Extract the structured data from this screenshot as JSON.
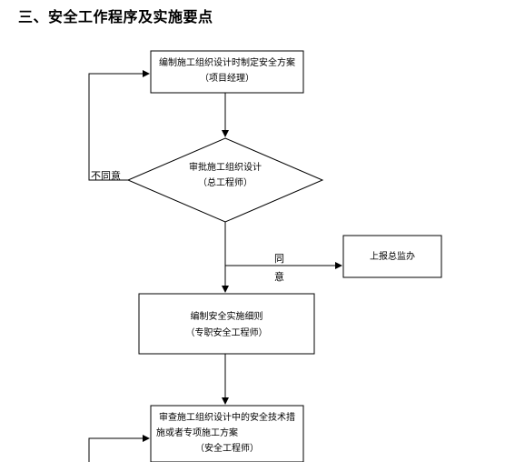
{
  "title": "三、安全工作程序及实施要点",
  "nodes": {
    "n1": {
      "line1": "编制施工组织设计时制定安全方案",
      "line2": "（项目经理）"
    },
    "d1": {
      "line1": "审批施工组织设计",
      "line2": "（总工程师）"
    },
    "side": {
      "line1": "上报总监办"
    },
    "n2": {
      "line1": "编制安全实施细则",
      "line2": "（专职安全工程师）"
    },
    "n3": {
      "line1": "审查施工组织设计中的安全技术措",
      "line2": "施或者专项施工方案",
      "line3": "（安全工程师）"
    }
  },
  "edges": {
    "disagree_label": "不同意",
    "agree_label_1": "同",
    "agree_label_2": "意"
  }
}
